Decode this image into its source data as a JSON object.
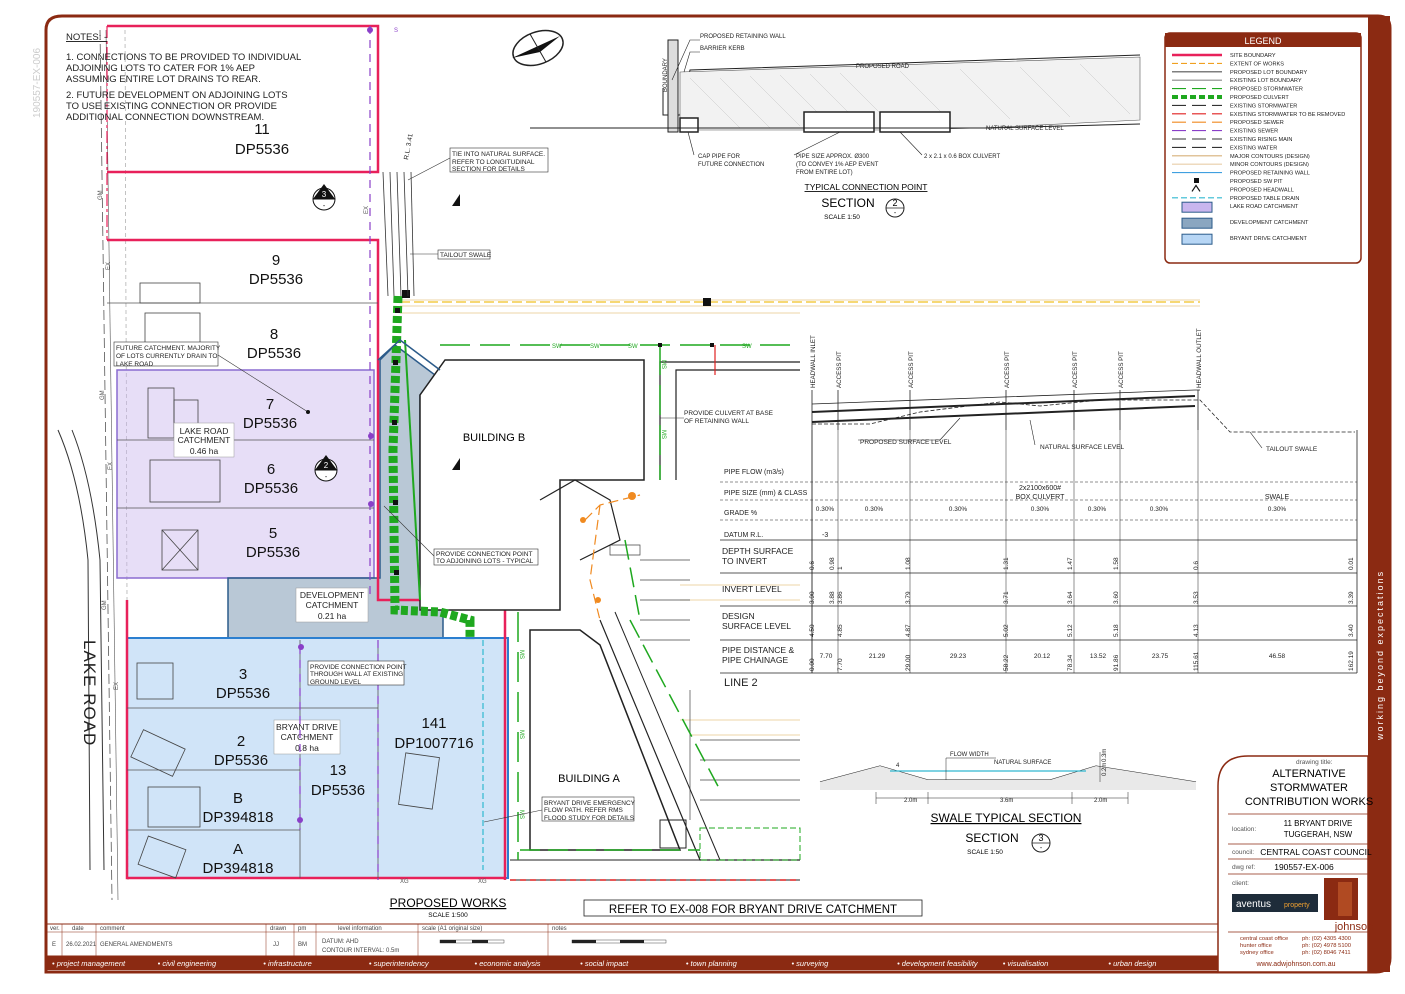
{
  "drawing": {
    "number_vertical": "190557-EX-006",
    "tagline": "working beyond expectations"
  },
  "notes": {
    "title": "NOTES: -",
    "items": [
      "1.  CONNECTIONS TO BE PROVIDED TO INDIVIDUAL",
      "     ADJOINING LOTS TO CATER FOR 1% AEP",
      "     ASSUMING ENTIRE LOT DRAINS TO REAR.",
      "2.  FUTURE DEVELOPMENT ON ADJOINING LOTS",
      "     TO USE EXISTING CONNECTION OR PROVIDE",
      "     ADDITIONAL CONNECTION DOWNSTREAM."
    ]
  },
  "lots": [
    {
      "num": "11",
      "dp": "DP5536"
    },
    {
      "num": "9",
      "dp": "DP5536"
    },
    {
      "num": "8",
      "dp": "DP5536"
    },
    {
      "num": "7",
      "dp": "DP5536"
    },
    {
      "num": "6",
      "dp": "DP5536"
    },
    {
      "num": "5",
      "dp": "DP5536"
    },
    {
      "num": "3",
      "dp": "DP5536"
    },
    {
      "num": "2",
      "dp": "DP5536"
    },
    {
      "num": "B",
      "dp": "DP394818"
    },
    {
      "num": "A",
      "dp": "DP394818"
    },
    {
      "num": "13",
      "dp": "DP5536"
    },
    {
      "num": "141",
      "dp": "DP1007716"
    }
  ],
  "catchments": {
    "lake": {
      "line1": "LAKE ROAD",
      "line2": "CATCHMENT",
      "area": "0.46 ha"
    },
    "development": {
      "line1": "DEVELOPMENT",
      "line2": "CATCHMENT",
      "area": "0.21 ha"
    },
    "bryant": {
      "line1": "BRYANT DRIVE",
      "line2": "CATCHMENT",
      "area": "0.8 ha"
    }
  },
  "plan_labels": {
    "building_b": "BUILDING B",
    "building_a": "BUILDING A",
    "lake_road": "LAKE ROAD",
    "future_catchment": [
      "FUTURE CATCHMENT. MAJORITY",
      "OF LOTS CURRENTLY DRAIN TO",
      "LAKE ROAD"
    ],
    "tie_natural": [
      "TIE INTO NATURAL SURFACE.",
      "REFER TO LONGITUDINAL",
      "SECTION FOR DETAILS"
    ],
    "tailout_swale": "TAILOUT SWALE",
    "provide_connection_lots": [
      "PROVIDE CONNECTION POINT",
      "TO ADJOINING LOTS - TYPICAL"
    ],
    "provide_connection_wall": [
      "PROVIDE CONNECTION POINT",
      "THROUGH WALL AT EXISTING",
      "GROUND LEVEL"
    ],
    "provide_culvert": [
      "PROVIDE CULVERT AT BASE",
      "OF RETAINING WALL"
    ],
    "emergency": [
      "BRYANT DRIVE EMERGENCY",
      "FLOW PATH. REFER RMS",
      "FLOOD STUDY FOR DETAILS"
    ],
    "rl": "R.L. 3.41",
    "proposed_works": "PROPOSED WORKS",
    "proposed_works_scale": "SCALE 1:500",
    "refer": "REFER TO EX-008 FOR BRYANT DRIVE CATCHMENT",
    "section_mark_3": "3",
    "section_mark_2": "2",
    "section_sheet": "-",
    "sw": "SW",
    "ex": "EX",
    "ms": "MS",
    "s": "S",
    "gm": "GM",
    "xg": "XG",
    "x": "X",
    "w": "W"
  },
  "section2": {
    "proposed_retaining_wall": "PROPOSED RETAINING WALL",
    "barrier_kerb": "BARRIER KERB",
    "boundary": "BOUNDARY",
    "proposed_road": "PROPOSED ROAD",
    "natural_surface": "NATURAL SURFACE LEVEL",
    "cap_pipe": [
      "CAP PIPE FOR",
      "FUTURE CONNECTION"
    ],
    "pipe_size": [
      "PIPE SIZE APPROX. Ø300",
      "(TO CONVEY 1% AEP EVENT",
      "FROM ENTIRE LOT)"
    ],
    "box_culvert": "2 x 2.1 x 0.6 BOX CULVERT",
    "caption": "TYPICAL CONNECTION POINT",
    "section_word": "SECTION",
    "number": "2",
    "sheet": "-",
    "scale": "SCALE 1:50"
  },
  "legend": {
    "title": "LEGEND",
    "items": [
      {
        "label": "SITE BOUNDARY",
        "color": "#e8215a",
        "style": "thick"
      },
      {
        "label": "EXTENT OF WORKS",
        "color": "#f0a020",
        "style": "dash"
      },
      {
        "label": "PROPOSED LOT BOUNDARY",
        "color": "#555555",
        "style": "thin"
      },
      {
        "label": "EXISTING LOT BOUNDARY",
        "color": "#888888",
        "style": "thin"
      },
      {
        "label": "PROPOSED STORMWATER",
        "color": "#1fa81f",
        "style": "sw"
      },
      {
        "label": "PROPOSED CULVERT",
        "color": "#1fa81f",
        "style": "thickdash"
      },
      {
        "label": "EXISTING STORMWATER",
        "color": "#333333",
        "style": "sw"
      },
      {
        "label": "EXISTING STORMWATER TO BE REMOVED",
        "color": "#e02020",
        "style": "x"
      },
      {
        "label": "PROPOSED SEWER",
        "color": "#f08a20",
        "style": "s"
      },
      {
        "label": "EXISTING SEWER",
        "color": "#8a3fc8",
        "style": "s"
      },
      {
        "label": "EXISTING RISING MAIN",
        "color": "#333333",
        "style": "s"
      },
      {
        "label": "EXISTING WATER",
        "color": "#333333",
        "style": "w"
      },
      {
        "label": "MAJOR CONTOURS (DESIGN)",
        "color": "#d7b07a",
        "style": "thin"
      },
      {
        "label": "MINOR CONTOURS (DESIGN)",
        "color": "#e8cda8",
        "style": "thin"
      },
      {
        "label": "PROPOSED RETAINING WALL",
        "color": "#40a0e0",
        "style": "thin"
      },
      {
        "label": "PROPOSED SW PIT",
        "color": "#111111",
        "style": "pit"
      },
      {
        "label": "PROPOSED HEADWALL",
        "color": "#111111",
        "style": "headwall"
      },
      {
        "label": "PROPOSED TABLE DRAIN",
        "color": "#30b8d0",
        "style": "dash"
      },
      {
        "label": "LAKE ROAD CATCHMENT",
        "color": "#c9b6ee",
        "style": "box"
      },
      {
        "label": "DEVELOPMENT CATCHMENT",
        "color": "#8aa6c0",
        "style": "box"
      },
      {
        "label": "BRYANT DRIVE CATCHMENT",
        "color": "#b7d6f5",
        "style": "box"
      }
    ]
  },
  "profile": {
    "columns": [
      "HEADWALL INLET",
      "ACCESS PIT",
      "ACCESS PIT",
      "ACCESS PIT",
      "ACCESS PIT",
      "ACCESS PIT",
      "HEADWALL OUTLET"
    ],
    "proposed_surface": "PROPOSED SURFACE LEVEL",
    "natural_surface": "NATURAL SURFACE LEVEL",
    "tailout": "TAILOUT SWALE",
    "rows": {
      "pipe_flow": "PIPE FLOW (m3/s)",
      "pipe_size": "PIPE SIZE (mm) & CLASS",
      "grade": "GRADE %",
      "datum": "DATUM R.L.",
      "depth": [
        "DEPTH SURFACE",
        "TO INVERT"
      ],
      "invert": "INVERT LEVEL",
      "design": [
        "DESIGN",
        "SURFACE  LEVEL"
      ],
      "distance": [
        "PIPE DISTANCE &",
        "PIPE CHAINAGE"
      ]
    },
    "pipe_size_value": [
      "2x2100x600#",
      "BOX CULVERT"
    ],
    "swale": "SWALE",
    "datum_value": "-3",
    "grades": [
      "0.30%",
      "0.30%",
      "0.30%",
      "0.30%",
      "0.30%",
      "0.30%",
      "0.30%"
    ],
    "depths": [
      "0.6",
      "0.98",
      "1",
      "1.08",
      "1.31",
      "1.47",
      "1.58",
      "0.6",
      "0.01"
    ],
    "inverts": [
      "3.90",
      "3.88",
      "3.86",
      "3.79",
      "3.71",
      "3.64",
      "3.60",
      "3.53",
      "3.39"
    ],
    "designs": [
      "4.50",
      "4.85",
      "4.87",
      "5.02",
      "5.12",
      "5.18",
      "4.13",
      "3.40"
    ],
    "chainages": [
      "0.00",
      "7.70",
      "29.00",
      "58.22",
      "78.34",
      "91.86",
      "115.61",
      "162.19"
    ],
    "distances": [
      "7.70",
      "21.29",
      "29.23",
      "20.12",
      "13.52",
      "23.75",
      "46.58"
    ],
    "line": "LINE 2"
  },
  "section3": {
    "flow_width": "FLOW WIDTH",
    "natural_surface": "NATURAL SURFACE",
    "dim_left": "2.0m",
    "dim_mid": "3.6m",
    "dim_right": "2.0m",
    "depth1": "0.2m",
    "depth2": "0.3m",
    "title": "SWALE TYPICAL SECTION",
    "section_word": "SECTION",
    "number": "3",
    "sheet": "-",
    "scale": "SCALE 1:50",
    "slope": "4"
  },
  "title_block": {
    "drawing_title_label": "drawing title:",
    "drawing_title": [
      "ALTERNATIVE",
      "STORMWATER",
      "CONTRIBUTION WORKS"
    ],
    "location_label": "location:",
    "location": [
      "11 BRYANT DRIVE",
      "TUGGERAH, NSW"
    ],
    "council_label": "council:",
    "council": "CENTRAL COAST COUNCIL",
    "dwg_label": "dwg ref:",
    "dwg_ref": "190557-EX-006",
    "client_label": "client:",
    "client_brand": "aventus",
    "client_sub": "property",
    "company": "johnson",
    "offices": [
      {
        "name": "central coast office",
        "phone": "ph: (02) 4305 4300"
      },
      {
        "name": "hunter office",
        "phone": "ph: (02) 4978 5100"
      },
      {
        "name": "sydney office",
        "phone": "ph: (02) 8046 7411"
      }
    ],
    "website": "www.adwjohnson.com.au"
  },
  "revision": {
    "headers": [
      "ver.",
      "date",
      "comment",
      "drawn",
      "pm"
    ],
    "row": [
      "E",
      "26.02.2021",
      "GENERAL AMENDMENTS",
      "JJ",
      "BM"
    ],
    "level_header": "level information",
    "datum": "DATUM:  AHD",
    "contour": "CONTOUR INTERVAL:  0.5m",
    "scale_header": "scale (A1 original size)",
    "notes_header": "notes"
  },
  "footer": {
    "services": [
      "project management",
      "civil engineering",
      "infrastructure",
      "superintendency",
      "economic analysis",
      "social impact",
      "town planning",
      "surveying",
      "development feasibility",
      "visualisation",
      "urban design"
    ]
  },
  "colors": {
    "frame": "#8b2a12",
    "site_boundary": "#e8215a",
    "lake_catchment": "#c9b6ee",
    "development_catchment": "#8aa6c0",
    "bryant_catchment": "#b7d6f5",
    "stormwater": "#1fa81f",
    "sewer": "#f08a20",
    "existing_sewer": "#8a3fc8",
    "water_removed": "#e02020",
    "contour": "#e6c98a"
  }
}
